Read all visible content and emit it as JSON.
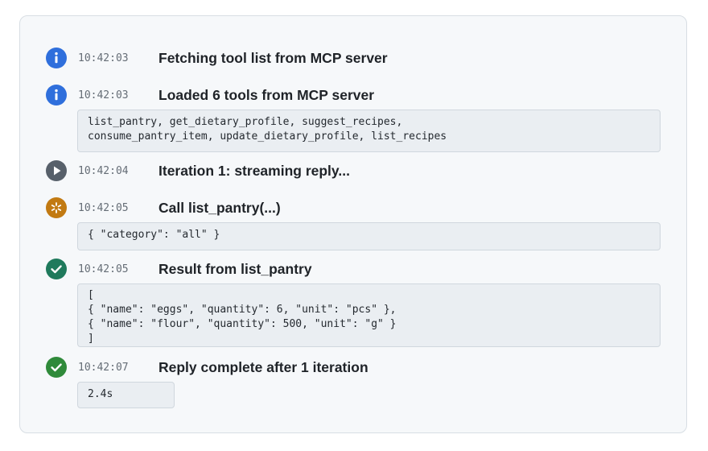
{
  "log": [
    {
      "icon": "info-icon",
      "time": "10:42:03",
      "title": "Fetching tool list from MCP server",
      "detail": []
    },
    {
      "icon": "info-icon",
      "time": "10:42:03",
      "title": "Loaded 6 tools from MCP server",
      "detail": [
        "list_pantry, get_dietary_profile, suggest_recipes,",
        "consume_pantry_item, update_dietary_profile, list_recipes"
      ]
    },
    {
      "icon": "play-icon",
      "time": "10:42:04",
      "title": "Iteration 1: streaming reply...",
      "detail": []
    },
    {
      "icon": "tool-call-icon",
      "time": "10:42:05",
      "title": "Call list_pantry(...)",
      "detail": [
        "{ \"category\": \"all\" }"
      ]
    },
    {
      "icon": "check-circle-icon",
      "time": "10:42:05",
      "title": "Result from list_pantry",
      "detail": [
        "[",
        "{ \"name\": \"eggs\", \"quantity\": 6, \"unit\": \"pcs\" },",
        "{ \"name\": \"flour\", \"quantity\": 500, \"unit\": \"g\" }",
        "]"
      ]
    },
    {
      "icon": "check-circle-icon",
      "time": "10:42:07",
      "title": "Reply complete after 1 iteration",
      "detail": [
        "2.4s"
      ]
    }
  ],
  "colors": {
    "info": "#2f6fdc",
    "play": "#57606a",
    "tool_call": "#c27a12",
    "result": "#1f7a5c",
    "complete": "#2f8a3a"
  }
}
